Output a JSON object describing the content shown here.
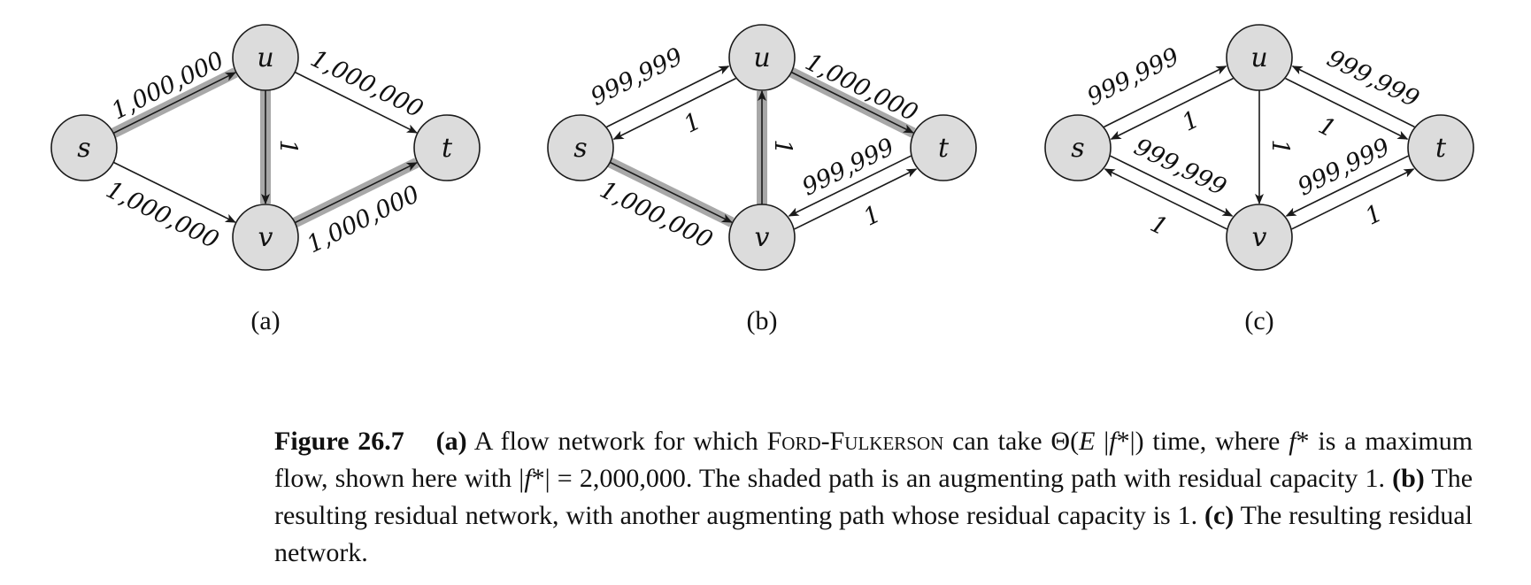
{
  "panels": [
    {
      "label": "(a)",
      "nodes": [
        {
          "id": "s",
          "label": "s"
        },
        {
          "id": "u",
          "label": "u"
        },
        {
          "id": "v",
          "label": "v"
        },
        {
          "id": "t",
          "label": "t"
        }
      ],
      "edges": [
        {
          "from": "s",
          "to": "u",
          "label": "1,000,000",
          "shaded": true
        },
        {
          "from": "s",
          "to": "v",
          "label": "1,000,000",
          "shaded": false
        },
        {
          "from": "u",
          "to": "t",
          "label": "1,000,000",
          "shaded": false
        },
        {
          "from": "u",
          "to": "v",
          "label": "1",
          "shaded": true
        },
        {
          "from": "v",
          "to": "t",
          "label": "1,000,000",
          "shaded": true
        }
      ]
    },
    {
      "label": "(b)",
      "nodes": [
        {
          "id": "s",
          "label": "s"
        },
        {
          "id": "u",
          "label": "u"
        },
        {
          "id": "v",
          "label": "v"
        },
        {
          "id": "t",
          "label": "t"
        }
      ],
      "edges": [
        {
          "from": "s",
          "to": "u",
          "label": "999,999",
          "shaded": false
        },
        {
          "from": "u",
          "to": "s",
          "label": "1",
          "shaded": false
        },
        {
          "from": "s",
          "to": "v",
          "label": "1,000,000",
          "shaded": true
        },
        {
          "from": "v",
          "to": "u",
          "label": "1",
          "shaded": true
        },
        {
          "from": "u",
          "to": "t",
          "label": "1,000,000",
          "shaded": true
        },
        {
          "from": "v",
          "to": "t",
          "label": "999,999",
          "shaded": false
        },
        {
          "from": "t",
          "to": "v",
          "label": "1",
          "shaded": false
        }
      ]
    },
    {
      "label": "(c)",
      "nodes": [
        {
          "id": "s",
          "label": "s"
        },
        {
          "id": "u",
          "label": "u"
        },
        {
          "id": "v",
          "label": "v"
        },
        {
          "id": "t",
          "label": "t"
        }
      ],
      "edges": [
        {
          "from": "s",
          "to": "u",
          "label": "999,999",
          "shaded": false
        },
        {
          "from": "u",
          "to": "s",
          "label": "1",
          "shaded": false
        },
        {
          "from": "s",
          "to": "v",
          "label": "999,999",
          "shaded": false
        },
        {
          "from": "v",
          "to": "s",
          "label": "1",
          "shaded": false
        },
        {
          "from": "u",
          "to": "v",
          "label": "1",
          "shaded": false
        },
        {
          "from": "u",
          "to": "t",
          "label": "999,999",
          "shaded": false
        },
        {
          "from": "t",
          "to": "u",
          "label": "1",
          "shaded": false
        },
        {
          "from": "v",
          "to": "t",
          "label": "999,999",
          "shaded": false
        },
        {
          "from": "t",
          "to": "v",
          "label": "1",
          "shaded": false
        }
      ]
    }
  ],
  "caption": {
    "figure_number": "Figure 26.7",
    "part_a_marker": "(a)",
    "text_1": "A flow network for which",
    "algorithm_name": "Ford-Fulkerson",
    "text_2": "can take Θ(",
    "var_E": "E",
    "text_3": " |",
    "var_f1": "f",
    "text_4": "*|) time, where",
    "var_f2": "f",
    "text_5": "* is a maximum flow, shown here with |",
    "var_f3": "f",
    "text_6": "*| = 2,000,000. The shaded path is an augmenting path with residual capacity 1.",
    "part_b_marker": "(b)",
    "text_7": "The resulting residual network, with another augmenting path whose residual capacity is 1.",
    "part_c_marker": "(c)",
    "text_8": "The resulting residual network."
  }
}
